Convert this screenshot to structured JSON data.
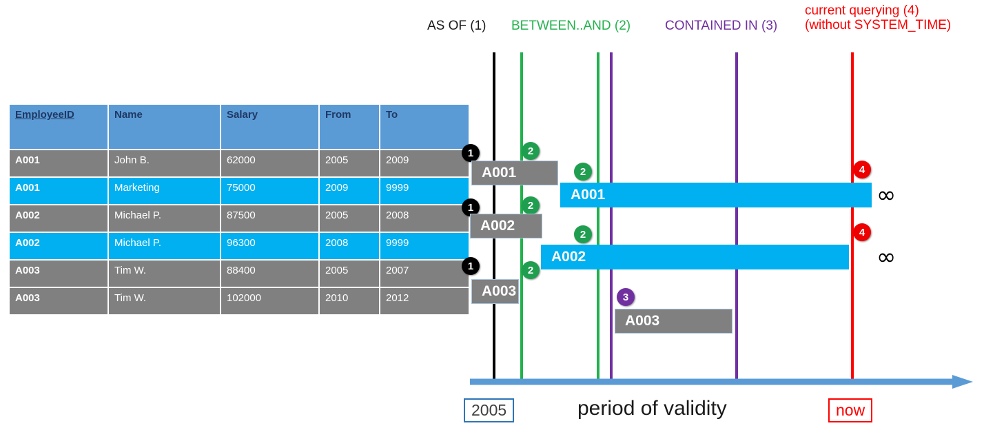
{
  "table": {
    "columns": [
      "EmployeeID",
      "Name",
      "Salary",
      "From",
      "To"
    ],
    "rows": [
      {
        "style": "grey",
        "id": "A001",
        "name": "John  B.",
        "salary": "62000",
        "from": "2005",
        "to": "2009"
      },
      {
        "style": "cyan",
        "id": "A001",
        "name": "Marketing",
        "salary": "75000",
        "from": "2009",
        "to": "9999"
      },
      {
        "style": "grey",
        "id": "A002",
        "name": "Michael P.",
        "salary": "87500",
        "from": "2005",
        "to": "2008"
      },
      {
        "style": "cyan",
        "id": "A002",
        "name": "Michael P.",
        "salary": "96300",
        "from": "2008",
        "to": "9999"
      },
      {
        "style": "grey",
        "id": "A003",
        "name": "Tim W.",
        "salary": "88400",
        "from": "2005",
        "to": "2007"
      },
      {
        "style": "grey",
        "id": "A003",
        "name": "Tim W.",
        "salary": "102000",
        "from": "2010",
        "to": "2012"
      }
    ]
  },
  "legend": {
    "as_of": "AS OF (1)",
    "between_and": "BETWEEN..AND (2)",
    "contained_in": "CONTAINED IN (3)",
    "current_line1": "current querying (4)",
    "current_line2": "(without SYSTEM_TIME)",
    "colors": {
      "as_of": "#1a1a1a",
      "between_and": "#22b14c",
      "contained_in": "#7030a0",
      "current": "#ff0000"
    }
  },
  "timeline": {
    "bars": [
      {
        "label": "A001",
        "style": "grey"
      },
      {
        "label": "A001",
        "style": "cyan"
      },
      {
        "label": "A002",
        "style": "grey"
      },
      {
        "label": "A002",
        "style": "cyan"
      },
      {
        "label": "A003",
        "style": "grey"
      },
      {
        "label": "A003",
        "style": "grey"
      }
    ],
    "badges": [
      {
        "num": "1",
        "kind": "b1"
      },
      {
        "num": "2",
        "kind": "b2"
      },
      {
        "num": "2",
        "kind": "b2"
      },
      {
        "num": "4",
        "kind": "b4"
      },
      {
        "num": "1",
        "kind": "b1"
      },
      {
        "num": "2",
        "kind": "b2"
      },
      {
        "num": "2",
        "kind": "b2"
      },
      {
        "num": "4",
        "kind": "b4"
      },
      {
        "num": "1",
        "kind": "b1"
      },
      {
        "num": "2",
        "kind": "b2"
      },
      {
        "num": "3",
        "kind": "b3"
      }
    ],
    "infinity": "∞",
    "axis_start_label": "2005",
    "axis_end_label": "now",
    "axis_title": "period of validity",
    "axis_colors": {
      "arrow": "#5b9bd5",
      "start_border": "#2e75b6",
      "end_border": "#ff0000"
    }
  }
}
